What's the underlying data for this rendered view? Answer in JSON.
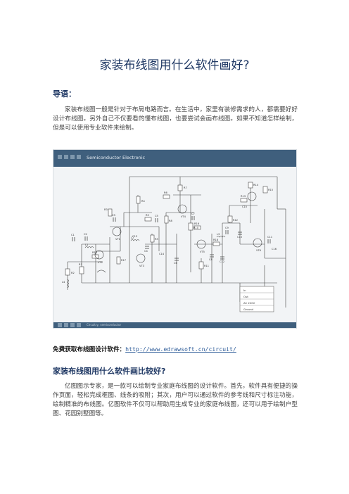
{
  "document": {
    "title": "家装布线图用什么软件画好?",
    "intro_heading": "导语：",
    "intro_paragraph": "家装布线图一般是针对于布局电路而言。在生活中，家里有装修需求的人，都需要好好设计布线图。另外自己不仅要看的懂布线图，也要尝试会画布线图。如果不知道怎样绘制，但是可以使用专业软件来绘制。",
    "download_label": "免费获取布线图设计软件：",
    "download_link": "http://www.edrawsoft.cn/circuit/",
    "section_heading": "家装布线图用什么软件画比较好?",
    "section_paragraph": "亿图图示专家，是一款可以绘制专业家庭布线图的设计软件。首先，软件具有便捷的操作页面，轻松完成框图、线条的吸附；其次，用户可以通过软件的参考线和尺寸标注功能，绘制精准的布线图。亿图软件不仅可以帮助用生成专业的家庭布线图，还可以用于绘制户型图、花园别墅图等。"
  },
  "figure": {
    "header_title": "Semiconductor Electronic",
    "footer_text": "Circuitry, semiconductor",
    "labels": {
      "r1": "R1",
      "r2": "R2",
      "r3": "R3",
      "r4": "R4",
      "r5": "R5",
      "r6": "R6",
      "r7": "R7",
      "r8": "R8",
      "r9": "R9",
      "r10": "R10",
      "r11": "R11",
      "r12": "R12",
      "r13": "R13",
      "r14": "R14",
      "r15": "R15",
      "r16": "R16",
      "r17": "R17",
      "r18": "R18",
      "r19": "R19",
      "c1": "C1",
      "c2": "C2",
      "c3": "C3",
      "c4": "C4",
      "c5": "C5",
      "c6": "C6",
      "c7": "C7",
      "c8": "C8",
      "c9": "C9",
      "c10": "C10",
      "c11": "C11",
      "c12": "C12",
      "c13": "C13",
      "c14": "C14",
      "c15": "C15",
      "c16": "C16",
      "l1": "L1",
      "l2": "L2",
      "l3": "L3",
      "l4": "L4",
      "vt1": "VT1",
      "vt2": "VT2",
      "vt3": "VT3",
      "vt4": "VT4",
      "vt5": "VT5",
      "vt6": "VT6"
    },
    "legend": [
      "In",
      "Out",
      "AC 220V",
      "Ground"
    ]
  }
}
